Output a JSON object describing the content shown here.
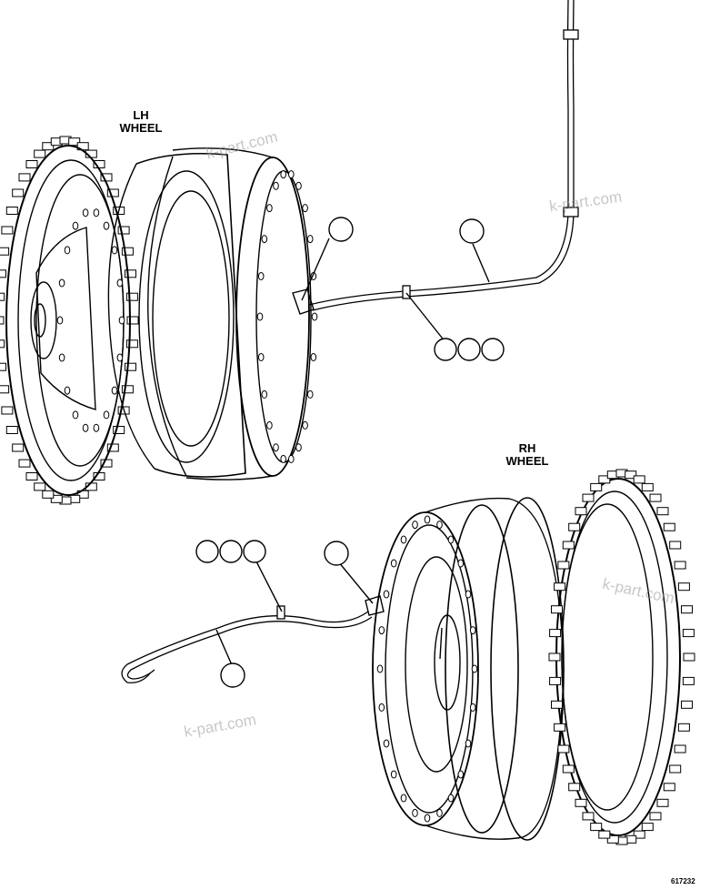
{
  "labels": {
    "lh_line1": "LH",
    "lh_line2": "WHEEL",
    "rh_line1": "RH",
    "rh_line2": "WHEEL"
  },
  "watermarks": [
    "k-part.com",
    "k-part.com",
    "k-part.com",
    "k-part.com"
  ],
  "figure_number": "617232",
  "colors": {
    "ink": "#000000",
    "paper": "#ffffff",
    "watermark": "#9a9a9a"
  }
}
